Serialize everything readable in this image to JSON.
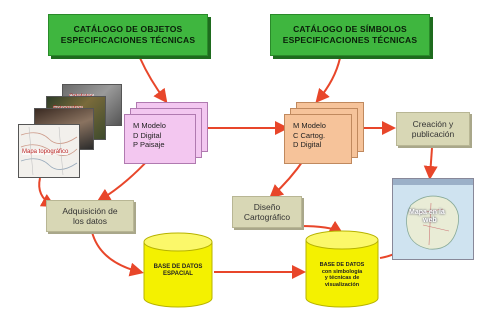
{
  "catalog_objects": {
    "line1": "CATÁLOGO DE OBJETOS",
    "line2": "ESPECIFICACIONES TÉCNICAS"
  },
  "catalog_symbols": {
    "line1": "CATÁLOGO DE SÍMBOLOS",
    "line2": "ESPECIFICACIONES TÉCNICAS"
  },
  "models_left": {
    "line1": "M  Modelo",
    "line2": "D  Digital",
    "line3": "P  Paisaje"
  },
  "models_right": {
    "line1": "M  Modelo",
    "line2": "C  Cartog.",
    "line3": "D  Digital"
  },
  "publication": {
    "line1": "Creación y",
    "line2": "publicación"
  },
  "acquisition": {
    "line1": "Adquisición de",
    "line2": "los datos"
  },
  "design": {
    "line1": "Diseño",
    "line2": "Cartográfico"
  },
  "db_spatial": {
    "line1": "BASE DE DATOS",
    "line2": "ESPACIAL"
  },
  "db_symbol": {
    "line1": "BASE DE DATOS",
    "line2": "con simbología",
    "line3": "y técnicas de",
    "line4": "visualización"
  },
  "thumbs": {
    "a": "Ortofotos",
    "b": "Fotografías",
    "c": "Mapa topográfico"
  },
  "web_map": {
    "line1": "Mapa en la",
    "line2": "web"
  },
  "colors": {
    "arrow": "#e8462a",
    "cylinder": "#f4f100",
    "catalog": "#3fb63f"
  }
}
